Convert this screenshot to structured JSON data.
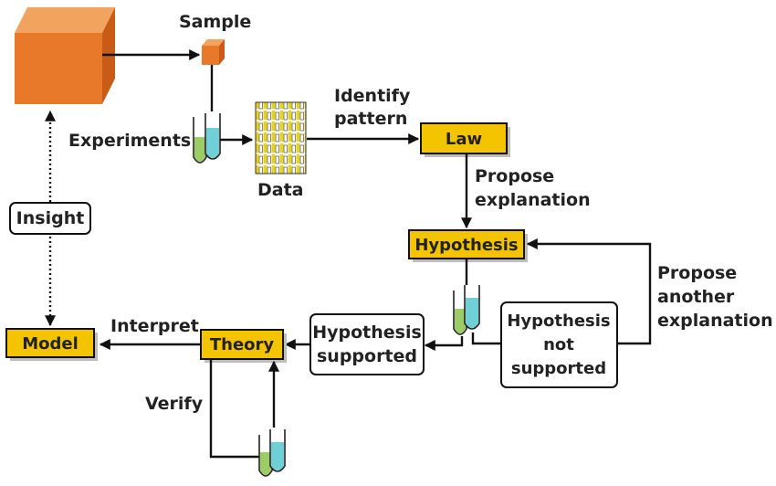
{
  "nodes": {
    "sample": "Sample",
    "experiments": "Experiments",
    "data": "Data",
    "identify_pattern": [
      "Identify",
      "pattern"
    ],
    "law": "Law",
    "propose_explanation": [
      "Propose",
      "explanation"
    ],
    "hypothesis": "Hypothesis",
    "propose_another": [
      "Propose",
      "another",
      "explanation"
    ],
    "hypothesis_supported": [
      "Hypothesis",
      "supported"
    ],
    "hypothesis_not_supported": [
      "Hypothesis",
      "not",
      "supported"
    ],
    "theory": "Theory",
    "interpret": "Interpret",
    "model": "Model",
    "insight": "Insight",
    "verify": "Verify"
  },
  "colors": {
    "box_fill": "#f5c400",
    "cube_front": "#e8792a",
    "cube_top": "#f2a35e",
    "cube_side": "#c85c17",
    "liquid_green": "#9ccc65",
    "liquid_cyan": "#6fd0d8"
  }
}
